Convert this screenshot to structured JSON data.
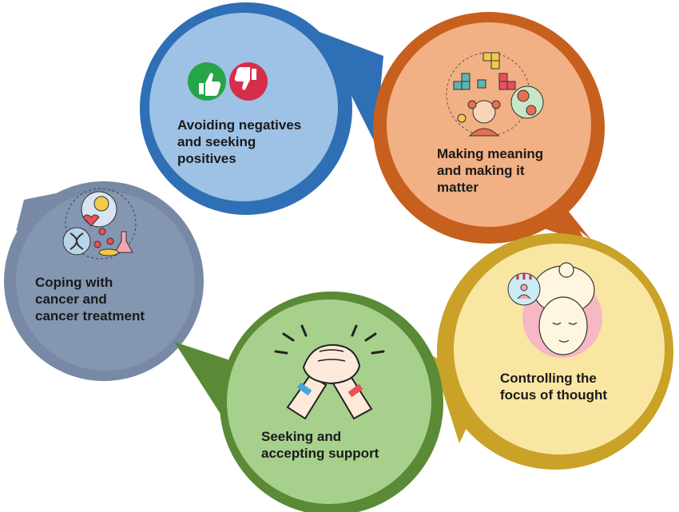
{
  "diagram": {
    "nodes": [
      {
        "id": "avoid",
        "lines": [
          "Avoiding negatives",
          "and seeking",
          "positives"
        ],
        "color": "#2f6fb5",
        "fill": "#9dc2e6",
        "icon": "thumbs-up-down-icon"
      },
      {
        "id": "meaning",
        "lines": [
          "Making meaning",
          "and making it",
          "matter"
        ],
        "color": "#c75f1e",
        "fill": "#f2b085",
        "icon": "puzzle-gears-girl-icon"
      },
      {
        "id": "coping",
        "lines": [
          "Coping with",
          "cancer and",
          "cancer treatment"
        ],
        "color": "#8496b0",
        "fill": "#8496b0",
        "icon": "medical-science-icon"
      },
      {
        "id": "focus",
        "lines": [
          "Controlling the",
          "focus of thought"
        ],
        "color": "#c9a227",
        "fill": "#fae6a3",
        "icon": "woman-thinking-icon"
      },
      {
        "id": "support",
        "lines": [
          "Seeking and",
          "accepting support"
        ],
        "color": "#5a8a35",
        "fill": "#a8d08d",
        "icon": "handshake-arms-icon"
      }
    ]
  }
}
